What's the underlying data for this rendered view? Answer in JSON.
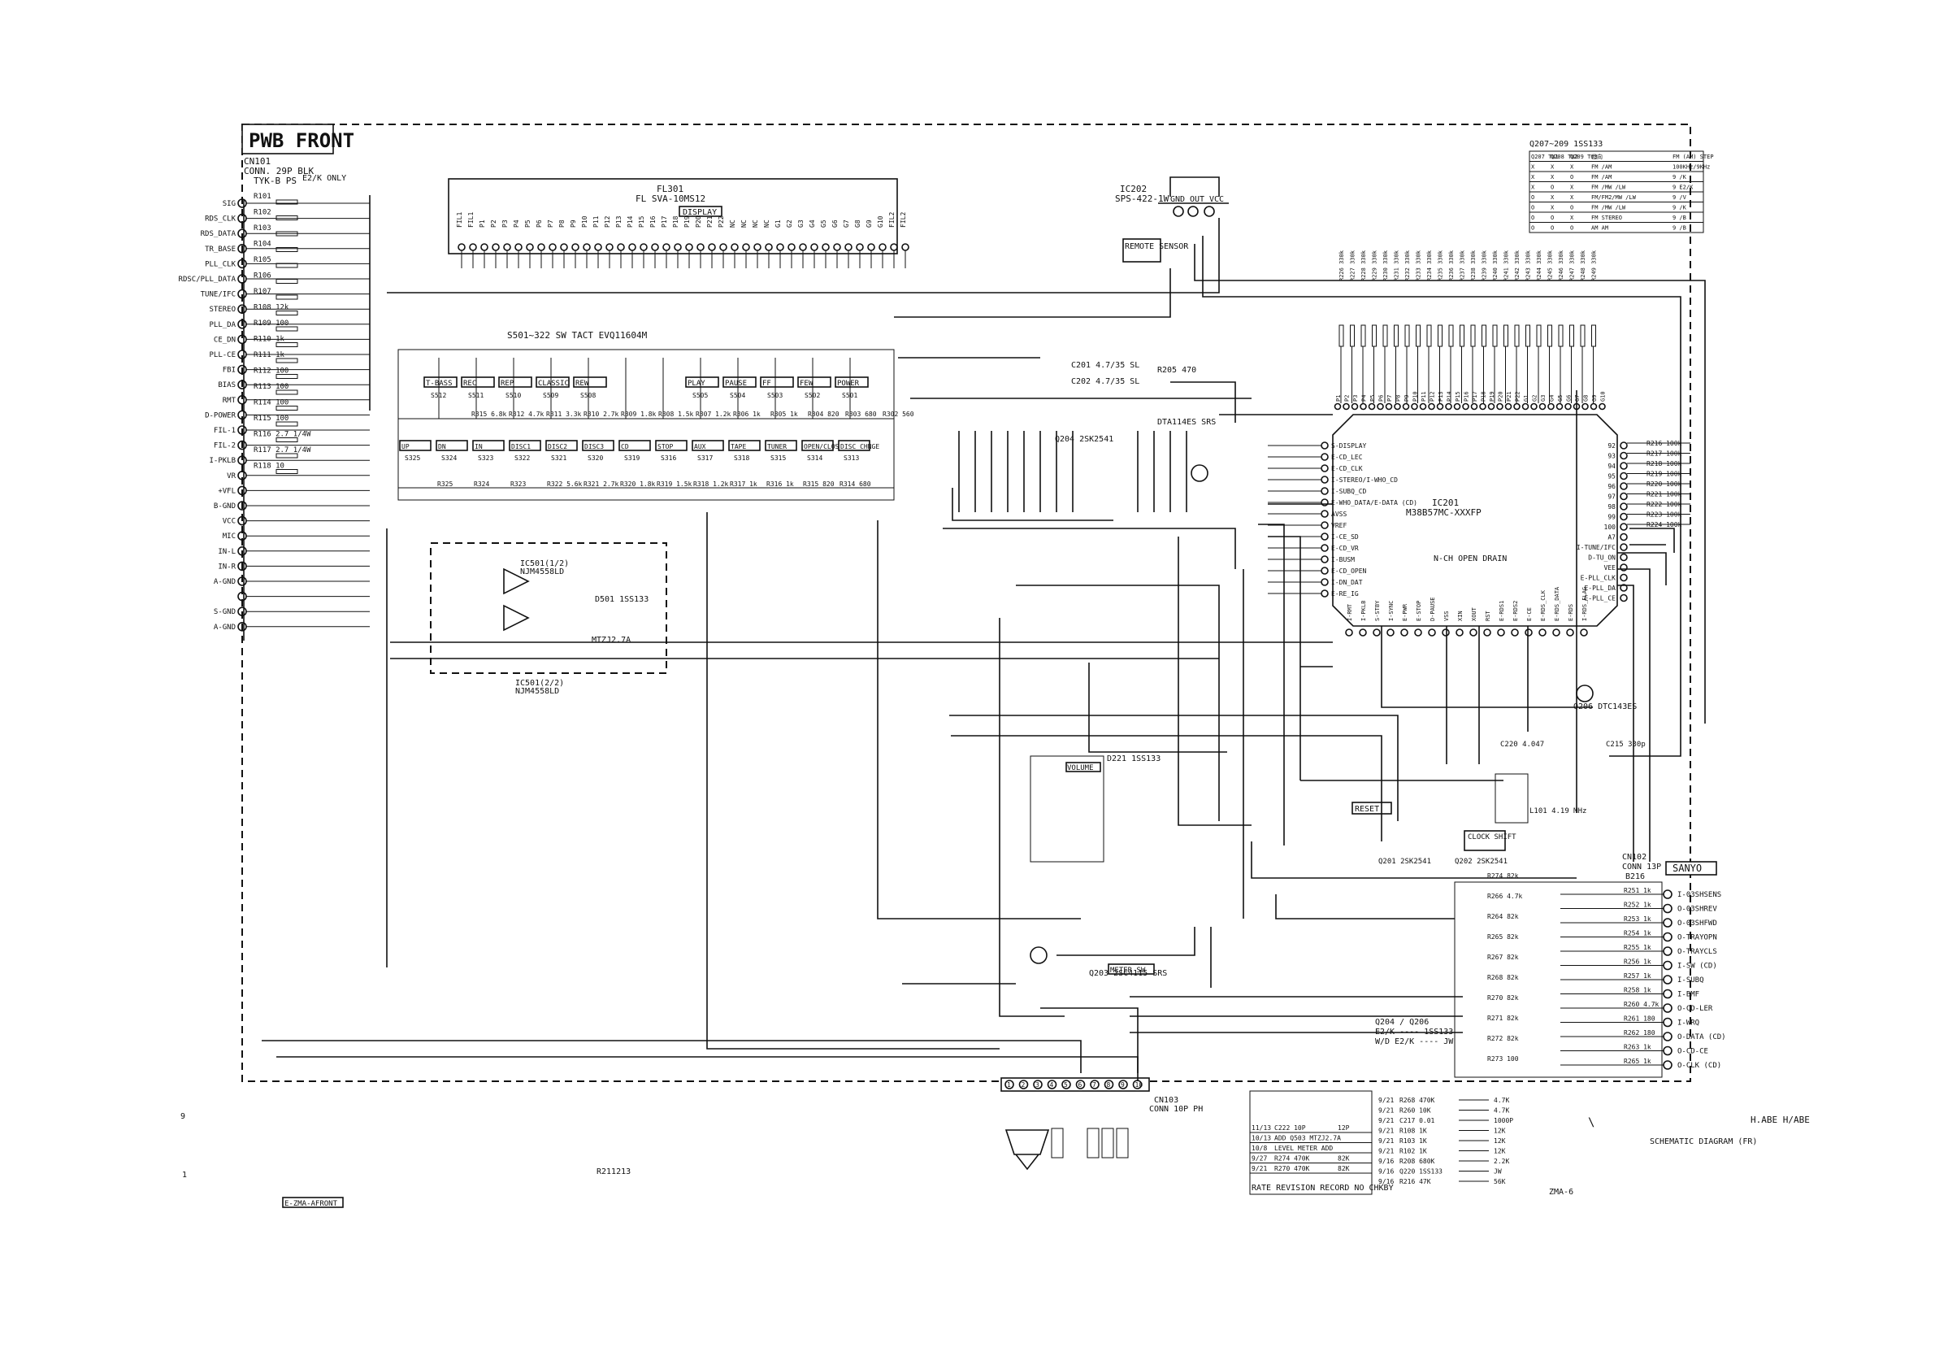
{
  "board": {
    "title": "PWB FRONT",
    "cn101": {
      "ref": "CN101",
      "type": "CONN. 29P BLK",
      "sub": "TYK-B PS",
      "note": "E2/K ONLY"
    },
    "left_signals": [
      "SIG",
      "RDS_CLK",
      "RDS_DATA",
      "TR_BASE",
      "PLL_CLK",
      "RDSC/PLL_DATA",
      "TUNE/IFC",
      "STEREO",
      "PLL_DA",
      "CE_DN",
      "PLL-CE",
      "FBI",
      "BIAS",
      "RMT",
      "D-POWER",
      "FIL-1",
      "FIL-2",
      "I-PKLB",
      "VR",
      "+VFL",
      "B-GND",
      "VCC",
      "MIC",
      "IN-L",
      "IN-R",
      "A-GND",
      "",
      "S-GND",
      "A-GND"
    ],
    "left_resistors": [
      "R101",
      "R102",
      "R103",
      "R104",
      "R105",
      "R106",
      "R107",
      "R108 12k",
      "R109 100",
      "R110 1k",
      "R111 1k",
      "R112 100",
      "R113 100",
      "R114 100",
      "R115 100",
      "R116 2.7 1/4W",
      "R117 2.7 1/4W",
      "R118 10"
    ]
  },
  "display": {
    "ref": "FL301",
    "part": "FL SVA-10MS12",
    "label": "DISPLAY",
    "pins": [
      "FIL1",
      "FIL1",
      "P1",
      "P2",
      "P3",
      "P4",
      "P5",
      "P6",
      "P7",
      "P8",
      "P9",
      "P10",
      "P11",
      "P12",
      "P13",
      "P14",
      "P15",
      "P16",
      "P17",
      "P18",
      "P19",
      "P20",
      "P21",
      "P22",
      "NC",
      "NC",
      "NC",
      "NC",
      "G1",
      "G2",
      "G3",
      "G4",
      "G5",
      "G6",
      "G7",
      "G8",
      "G9",
      "G10",
      "FIL2",
      "FIL2"
    ]
  },
  "switch_note": "S501~322 SW TACT EVQ11604M",
  "key_row1": [
    {
      "key": "T-BASS",
      "sw": "S512"
    },
    {
      "key": "REC",
      "sw": "S511"
    },
    {
      "key": "REP",
      "sw": "S510"
    },
    {
      "key": "CLASSIC",
      "sw": "S509"
    },
    {
      "key": "REW",
      "sw": "S508"
    },
    {
      "key": "",
      "sw": ""
    },
    {
      "key": "",
      "sw": ""
    },
    {
      "key": "PLAY",
      "sw": "S505"
    },
    {
      "key": "PAUSE",
      "sw": "S504"
    },
    {
      "key": "FF",
      "sw": "S503"
    },
    {
      "key": "FEW",
      "sw": "S502"
    },
    {
      "key": "POWER",
      "sw": "S501"
    }
  ],
  "key_row2": [
    {
      "key": "UP",
      "sw": "S325"
    },
    {
      "key": "DN",
      "sw": "S324"
    },
    {
      "key": "IN",
      "sw": "S323"
    },
    {
      "key": "DISC1",
      "sw": "S322"
    },
    {
      "key": "DISC2",
      "sw": "S321"
    },
    {
      "key": "DISC3",
      "sw": "S320"
    },
    {
      "key": "CD",
      "sw": "S319"
    },
    {
      "key": "STOP",
      "sw": "S316"
    },
    {
      "key": "AUX",
      "sw": "S317"
    },
    {
      "key": "TAPE",
      "sw": "S318"
    },
    {
      "key": "TUNER",
      "sw": "S315"
    },
    {
      "key": "OPEN/CLOSE",
      "sw": "S314"
    },
    {
      "key": "DISC CHNGE",
      "sw": "S313"
    }
  ],
  "key_resistors": [
    "R315 6.8k",
    "R312 4.7k",
    "R311 3.3k",
    "R310 2.7k",
    "R309 1.8k",
    "R308 1.5k",
    "R307 1.2k",
    "R306 1k",
    "R305 1k",
    "R304 820",
    "R303 680",
    "R302 560"
  ],
  "key_resistors_row2": [
    "R325",
    "R324",
    "R323",
    "R322 5.6k",
    "R321 2.7k",
    "R320 1.8k",
    "R319 1.5k",
    "R318 1.2k",
    "R317 1k",
    "R316 1k",
    "R315 820",
    "R314 680"
  ],
  "ic202": {
    "ref": "IC202",
    "part": "SPS-422-1W",
    "pins": [
      "GND",
      "OUT",
      "VCC"
    ],
    "label": "REMOTE SENSOR"
  },
  "ic201": {
    "ref": "IC201",
    "part": "M38B57MC-XXXFP",
    "note": "N-CH OPEN DRAIN",
    "left_pins": [
      "S-DISPLAY",
      "E-CD_LEC",
      "E-CD_CLK",
      "I-STEREO/I-WHO_CD",
      "I-SUBQ_CD",
      "E-WHO_DATA/E-DATA (CD)",
      "AVSS",
      "VREF",
      "I-CE_SD",
      "E-CD_VR",
      "I-BUSM",
      "E-CD_OPEN",
      "I-DN_DAT",
      "E-RE_IG"
    ],
    "right_pins": [
      "92",
      "93",
      "94",
      "95",
      "96",
      "97",
      "98",
      "99",
      "100",
      "A7",
      "I-TUNE/IFC",
      "D-TU_ON",
      "VEE",
      "E-PLL_CLK",
      "E-PLL_DA",
      "E-PLL_CE"
    ],
    "bottom_pins": [
      "I-RMT",
      "I-PKLB",
      "S-STBY",
      "I-SYNC",
      "E-PWR",
      "E-STOP",
      "D-PAUSE",
      "VSS",
      "XIN",
      "XOUT",
      "RST",
      "E-RDS1",
      "E-RDS2",
      "E-CE",
      "E-RDS_CLK",
      "E-RDS_DATA",
      "E-RDS",
      "I-RDS_FLAG"
    ]
  },
  "ic501": {
    "ref1": "IC501(1/2)",
    "ref2": "IC501(2/2)",
    "part": "NJM4558LD"
  },
  "parts": {
    "d501": "D501 1SS133",
    "zd": "MTZJ2.7A",
    "q204": "Q204 2SK2541",
    "q202": "Q202 2SK2541",
    "q201": "Q201 2SK2541",
    "q203": "Q203 2SC4115 SRS",
    "q206": "Q206 DTC143ES",
    "q205": "DTA114ES SRS",
    "volume": "VOLUME",
    "meter": "METER SW",
    "reset": "RESET",
    "clock": "CLOCK SHIFT",
    "x201": "L101 4.19 MHz",
    "d221": "D221 1SS133",
    "c201": "C201 4.7/35 SL",
    "c202": "C202 4.7/35 SL",
    "r205": "R205 470",
    "c215": "C215 330p",
    "c220": "C220 4.047"
  },
  "pull_resistors": [
    "R226 330k",
    "R227 330k",
    "R228 330k",
    "R229 330k",
    "R230 330k",
    "R231 330k",
    "R232 330k",
    "R233 330k",
    "R234 330k",
    "R235 330k",
    "R236 330k",
    "R237 330k",
    "R238 330k",
    "R239 330k",
    "R240 330k",
    "R241 330k",
    "R242 330k",
    "R243 330k",
    "R244 330k",
    "R245 330k",
    "R246 330k",
    "R247 330k",
    "R248 330k",
    "R249 330k"
  ],
  "right_resistors": [
    "R216 100k",
    "R217 100k",
    "R218 100k",
    "R219 100k",
    "R220 100k",
    "R221 100k",
    "R222 100k",
    "R223 100k",
    "R224 100k"
  ],
  "g_pins": [
    "P1",
    "P2",
    "P3",
    "P4",
    "P5",
    "P6",
    "P7",
    "P8",
    "P9",
    "P10",
    "P11",
    "P12",
    "P13",
    "P14",
    "P15",
    "P16",
    "P17",
    "P18",
    "P19",
    "P20",
    "P21",
    "P22",
    "G1",
    "G2",
    "G3",
    "G4",
    "G5",
    "G6",
    "G7",
    "G8",
    "G9",
    "G10"
  ],
  "cn102": {
    "ref": "CN102",
    "type": "CONN 13P",
    "sub": "B216",
    "label": "SANYO",
    "pins": [
      "I-03SHSENS",
      "O-03SHREV",
      "O-03SHFWD",
      "O-TRAYOPN",
      "O-TRAYCLS",
      "I-SW (CD)",
      "I-SUBQ",
      "I-BMF",
      "O-CD-LER",
      "I-WRQ",
      "O-DATA (CD)",
      "O-CD-CE",
      "O-CLK (CD)"
    ],
    "resistors": [
      "R251 1k",
      "R252 1k",
      "R253 1k",
      "R254 1k",
      "R255 1k",
      "R256 1k",
      "R257 1k",
      "R258 1k",
      "R260 4.7k",
      "R261 180",
      "R262 180",
      "R263 1k",
      "R265 1k"
    ],
    "series": [
      "R274 82k",
      "R266 4.7k",
      "R264 82k",
      "R265 82k",
      "R267 82k",
      "R268 82k",
      "R270 82k",
      "R271 82k",
      "R272 82k",
      "R273 100"
    ]
  },
  "cn103": {
    "ref": "CN103",
    "type": "CONN 10P PH",
    "pins": [
      "1",
      "2",
      "3",
      "4",
      "5",
      "6",
      "7",
      "8",
      "9",
      "10"
    ]
  },
  "table": {
    "head": [
      "Q207 TU1",
      "Q208 TU2",
      "Q209 TU3",
      "仕向",
      "FM (AM) STEP"
    ],
    "title": "Q207~209 1SS133",
    "rows": [
      [
        "X",
        "X",
        "X",
        "FM /AM",
        "100KHz/9KHz"
      ],
      [
        "X",
        "X",
        "O",
        "FM /AM",
        "9 /K"
      ],
      [
        "X",
        "O",
        "X",
        "FM /MW /LW",
        "9 E2/K"
      ],
      [
        "O",
        "X",
        "X",
        "FM/FM2/MW /LW",
        "9 /V"
      ],
      [
        "O",
        "X",
        "O",
        "FM /MW /LW",
        "9 /K"
      ],
      [
        "O",
        "O",
        "X",
        "FM STEREO",
        "9 /B"
      ],
      [
        "O",
        "O",
        "O",
        "AM AM",
        "9 /B"
      ]
    ]
  },
  "revisions": [
    [
      "9/21",
      "R268 470K",
      "4.7K"
    ],
    [
      "9/21",
      "R260 10K",
      "4.7K"
    ],
    [
      "9/21",
      "C217 0.01",
      "1000P"
    ],
    [
      "9/21",
      "R108 1K",
      "12K"
    ],
    [
      "9/21",
      "R103 1K",
      "12K"
    ],
    [
      "9/21",
      "R102 1K",
      "12K"
    ],
    [
      "9/16",
      "R208 680K",
      "2.2K"
    ],
    [
      "9/16",
      "Q220 1SS133",
      "JW"
    ],
    [
      "9/16",
      "R216 47K",
      "56K"
    ]
  ],
  "revisions_left": [
    [
      "11/13",
      "C222 10P",
      "12P"
    ],
    [
      "10/13",
      "ADD Q503 MTZJ2.7A",
      ""
    ],
    [
      "10/8",
      "LEVEL METER ADD",
      ""
    ],
    [
      "9/27",
      "R274 470K",
      "82K"
    ],
    [
      "9/21",
      "R270 470K",
      "82K"
    ]
  ],
  "revision_header": "RATE REVISION RECORD NO CHKBY",
  "notes": {
    "d204": "Q204 / Q206",
    "e2k": "E2/K ---- 1SS133",
    "wd": "W/D E2/K ---- JW",
    "signed": "H.ABE H/ABE",
    "caption": "SCHEMATIC DIAGRAM (FR)",
    "code": "ZMA-6",
    "serial": "R211213",
    "tag": "E-ZMA-AFRONT",
    "page_a": "9",
    "page_b": "1",
    "mark": "\\"
  }
}
